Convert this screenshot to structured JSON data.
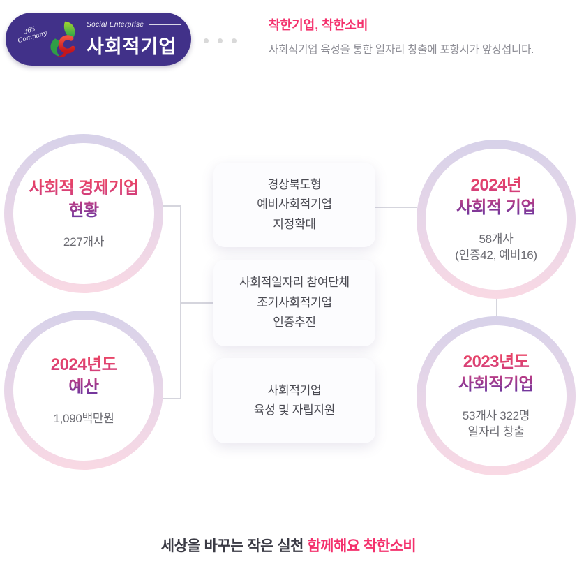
{
  "header": {
    "logo": {
      "script_label": "365 Company",
      "subtitle": "Social Enterprise",
      "title": "사회적기업"
    },
    "slogan_title": "착한기업, 착한소비",
    "slogan_description": "사회적기업 육성을 통한 일자리 창출에 포항시가 앞장섭니다."
  },
  "diagram": {
    "circles": [
      {
        "position": "top-left",
        "title_lines": [
          "사회적 경제기업",
          "현황"
        ],
        "value_lines": [
          "227개사"
        ]
      },
      {
        "position": "bottom-left",
        "title_lines": [
          "2024년도",
          "예산"
        ],
        "value_lines": [
          "1,090백만원"
        ]
      },
      {
        "position": "top-right",
        "title_lines": [
          "2024년",
          "사회적 기업"
        ],
        "value_lines": [
          "58개사",
          "(인증42, 예비16)"
        ]
      },
      {
        "position": "bottom-right",
        "title_lines": [
          "2023년도",
          "사회적기업"
        ],
        "value_lines": [
          "53개사 322명",
          "일자리 창출"
        ]
      }
    ],
    "boxes": [
      {
        "lines": [
          "경상북도형",
          "예비사회적기업",
          "지정확대"
        ]
      },
      {
        "lines": [
          "사회적일자리 참여단체",
          "조기사회적기업",
          "인증추진"
        ]
      },
      {
        "lines": [
          "사회적기업",
          "육성 및 자립지원"
        ]
      }
    ]
  },
  "footer": {
    "tagline_prefix": "세상을 바꾸는 작은 실천 ",
    "tagline_highlight": "함께해요 착한소비"
  },
  "colors": {
    "logo_pill": "#413189",
    "accent_pink": "#f4316d",
    "title_gradient_top": "#ee4561",
    "title_gradient_bottom": "#5a35a5",
    "ring_gradient_top": "#d7d2e9",
    "ring_gradient_bottom": "#f9d9e4",
    "connector_line": "#d5d5dd",
    "description_gray": "#8e8e96",
    "dark_text": "#3b3b45",
    "box_text": "#4a4a52"
  }
}
